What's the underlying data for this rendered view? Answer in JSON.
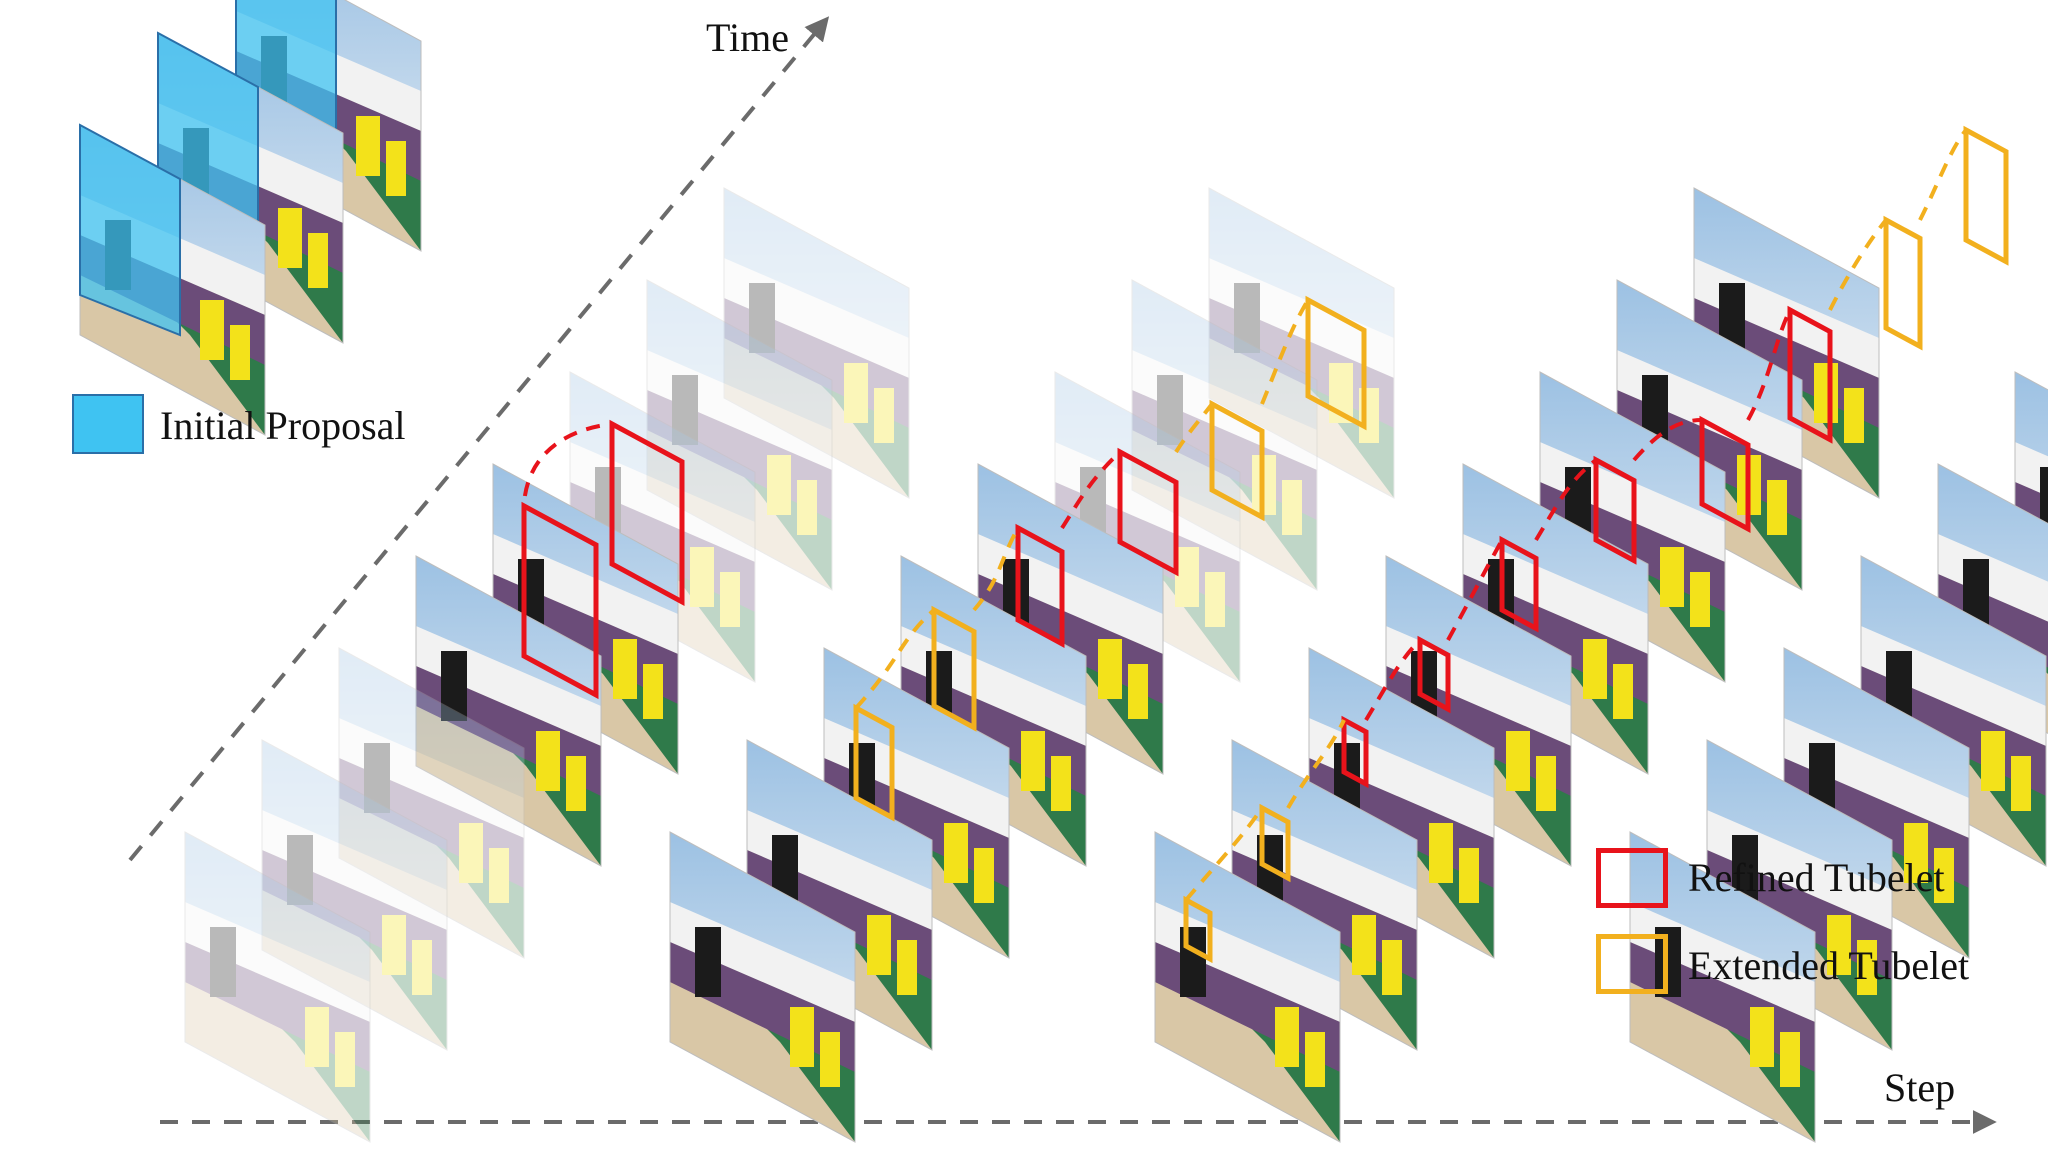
{
  "axes": {
    "time_label": "Time",
    "step_label": "Step"
  },
  "legend": {
    "initial_proposal": "Initial Proposal",
    "refined_tubelet": "Refined Tubelet",
    "extended_tubelet": "Extended Tubelet"
  },
  "colors": {
    "initial_proposal": "#3fc3f2",
    "refined_tubelet": "#e8131b",
    "extended_tubelet": "#f2b01e",
    "axis": "#6b6b6b"
  },
  "diagram": {
    "steps": 4,
    "frames_per_step": 8,
    "initial_proposal_frames": 3
  }
}
